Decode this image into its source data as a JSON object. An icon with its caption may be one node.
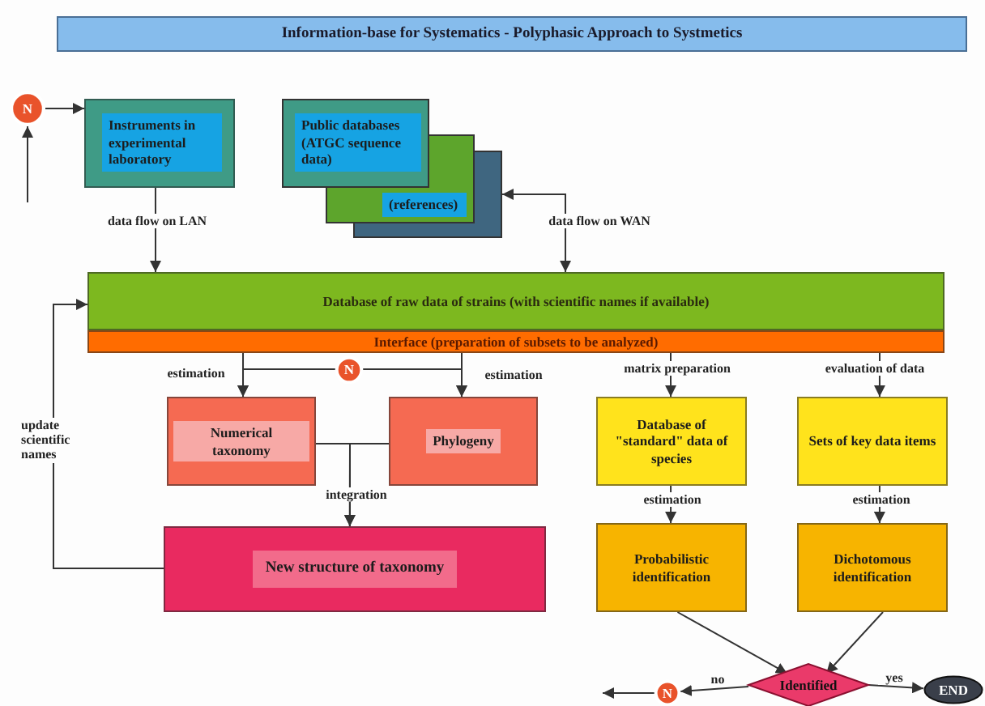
{
  "diagram": {
    "title": "Information-base for Systematics - Polyphasic Approach to Systmetics",
    "nodes": [
      {
        "text": [
          "N"
        ]
      },
      {
        "text": [
          "Instruments in experimental laboratory"
        ]
      },
      {
        "text": [
          "Public databases (ATGC sequence data)",
          "(references)"
        ]
      },
      {
        "text": [
          "Database of raw data of strains (with scientific names if available)"
        ]
      },
      {
        "text": [
          "Interface (preparation of subsets to be analyzed)"
        ]
      },
      {
        "text": [
          "N"
        ]
      },
      {
        "text": [
          "Numerical taxonomy"
        ]
      },
      {
        "text": [
          "Phylogeny"
        ]
      },
      {
        "text": [
          "New structure of taxonomy"
        ]
      },
      {
        "text": [
          "Database of \"standard\" data of species"
        ]
      },
      {
        "text": [
          "Sets of key data items"
        ]
      },
      {
        "text": [
          "Probabilistic identification"
        ]
      },
      {
        "text": [
          "Dichotomous identification"
        ]
      },
      {
        "text": [
          "Identified"
        ]
      },
      {
        "text": [
          "N"
        ]
      },
      {
        "text": [
          "END"
        ]
      }
    ],
    "edges": [
      {
        "from": 0,
        "to": 1,
        "arrow": "to"
      },
      {
        "from": null,
        "to": 0,
        "arrow": "to"
      },
      {
        "from": 1,
        "to": 3,
        "arrow": "to",
        "label": "data flow on LAN"
      },
      {
        "from": 3,
        "to": 2,
        "arrow": "both",
        "label": "data flow on WAN"
      },
      {
        "from": 4,
        "to": 6,
        "arrow": "to",
        "label": "estimation"
      },
      {
        "from": 4,
        "to": 7,
        "arrow": "to",
        "label": "estimation"
      },
      {
        "from": 5,
        "to": 6,
        "arrow": "to"
      },
      {
        "from": 5,
        "to": 7,
        "arrow": "to"
      },
      {
        "from": 6,
        "to": 8,
        "arrow": "to",
        "label": "integration"
      },
      {
        "from": 7,
        "to": 8,
        "arrow": "to"
      },
      {
        "from": 8,
        "to": 3,
        "arrow": "to",
        "label": "update scientific names"
      },
      {
        "from": 4,
        "to": 9,
        "arrow": "to",
        "label": "matrix preparation"
      },
      {
        "from": 4,
        "to": 10,
        "arrow": "to",
        "label": "evaluation of data"
      },
      {
        "from": 9,
        "to": 11,
        "arrow": "to",
        "label": "estimation"
      },
      {
        "from": 10,
        "to": 12,
        "arrow": "to",
        "label": "estimation"
      },
      {
        "from": 11,
        "to": 13,
        "arrow": "to"
      },
      {
        "from": 12,
        "to": 13,
        "arrow": "to"
      },
      {
        "from": 13,
        "to": 14,
        "arrow": "to",
        "label": "no"
      },
      {
        "from": 14,
        "to": null,
        "arrow": "to"
      },
      {
        "from": 13,
        "to": 15,
        "arrow": "to",
        "label": "yes"
      }
    ]
  }
}
